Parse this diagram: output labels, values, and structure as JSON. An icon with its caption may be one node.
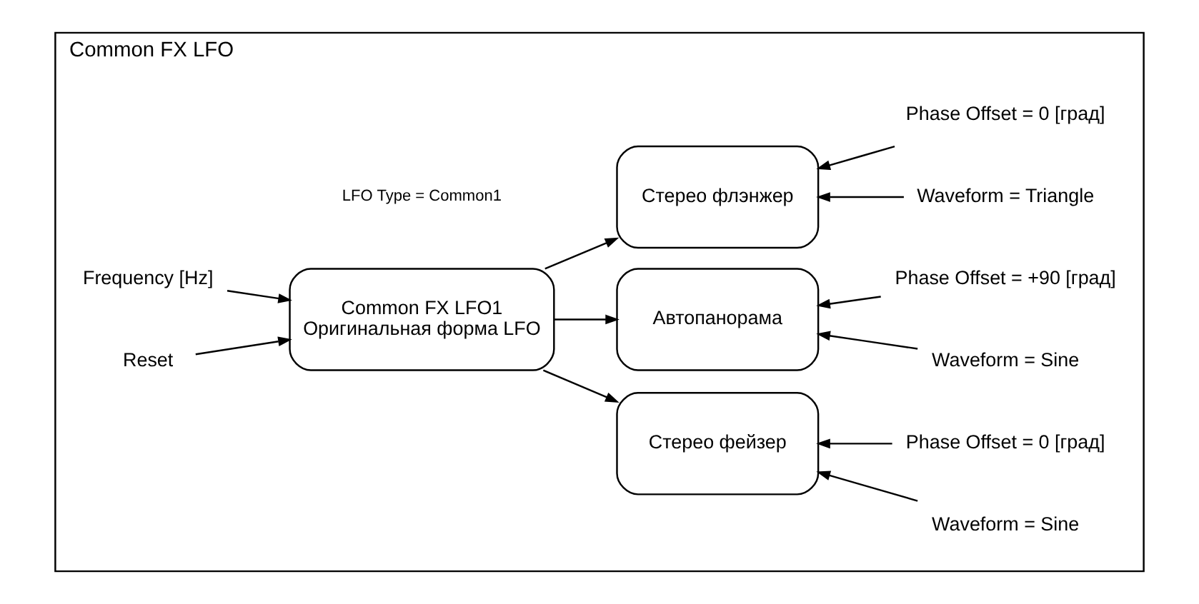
{
  "diagram": {
    "nodes": [
      {
        "text": [
          "Common FX LFO"
        ]
      },
      {
        "text": [
          "Common FX LFO1",
          "Оригинальная форма LFO"
        ],
        "in": 0
      },
      {
        "text": [
          "Frequency [Hz]"
        ],
        "in": 0
      },
      {
        "text": [
          "Reset"
        ],
        "in": 0
      },
      {
        "text": [
          "Стерео флэнжер"
        ],
        "in": 0
      },
      {
        "text": [
          "Стерео фейзер"
        ],
        "in": 0
      },
      {
        "text": [
          "Автопанорама"
        ],
        "in": 0
      },
      {
        "text": [
          "Waveform = Triangle"
        ],
        "in": 0
      },
      {
        "text": [
          "Phase Offset = 0 [град]"
        ],
        "in": 0
      },
      {
        "text": [
          "Waveform = Sine"
        ],
        "in": 0
      },
      {
        "text": [
          "Phase Offset = 0 [град]"
        ],
        "in": 0
      },
      {
        "text": [
          "Waveform = Sine"
        ],
        "in": 0
      },
      {
        "text": [
          "Phase Offset = +90 [град]"
        ],
        "in": 0
      }
    ],
    "edges": [
      {
        "from": 2,
        "to": 1,
        "arrow": "to"
      },
      {
        "from": 3,
        "to": 1,
        "arrow": "to"
      },
      {
        "from": 1,
        "to": 4,
        "arrow": "to"
      },
      {
        "from": 1,
        "to": 5,
        "arrow": "to"
      },
      {
        "from": 1,
        "to": 6,
        "arrow": "to"
      },
      {
        "from": 7,
        "to": 4,
        "arrow": "to"
      },
      {
        "from": 8,
        "to": 4,
        "arrow": "to"
      },
      {
        "from": 9,
        "to": 5,
        "arrow": "to"
      },
      {
        "from": 10,
        "to": 5,
        "arrow": "to"
      },
      {
        "from": 11,
        "to": 6,
        "arrow": "to"
      },
      {
        "from": 12,
        "to": 6,
        "arrow": "to"
      }
    ],
    "labels": [
      "LFO Type = Common1"
    ]
  }
}
